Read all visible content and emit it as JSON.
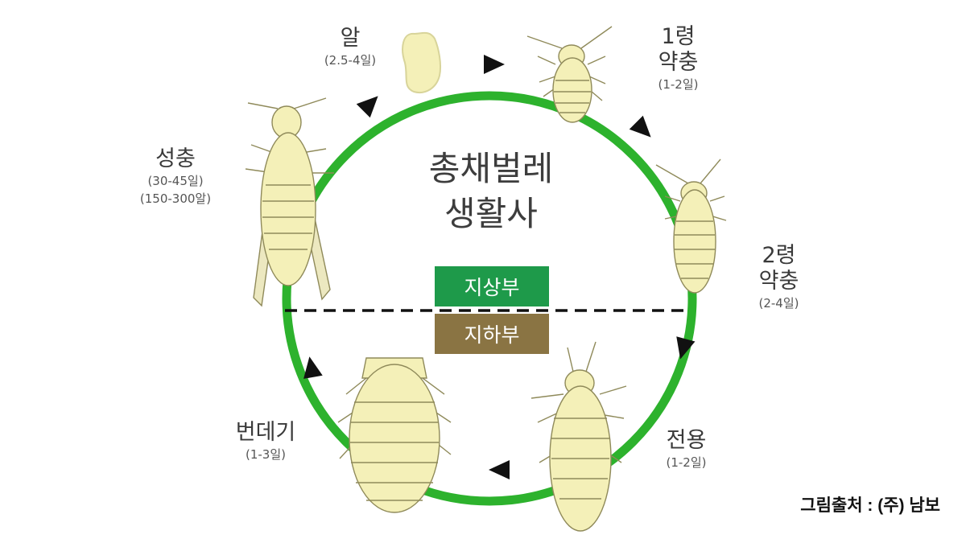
{
  "title": {
    "line1": "총채벌레",
    "line2": "생활사"
  },
  "zones": {
    "above": "지상부",
    "below": "지하부"
  },
  "stages": {
    "egg": {
      "name": "알",
      "duration": "(2.5-4일)"
    },
    "larva1": {
      "name": [
        "1령",
        "약충"
      ],
      "duration": "(1-2일)"
    },
    "larva2": {
      "name": [
        "2령",
        "약충"
      ],
      "duration": "(2-4일)"
    },
    "prepupa": {
      "name": "전용",
      "duration": "(1-2일)"
    },
    "pupa": {
      "name": "번데기",
      "duration": "(1-3일)"
    },
    "adult": {
      "name": "성충",
      "duration": "(30-45일)",
      "eggs": "(150-300알)"
    }
  },
  "credit": "그림출처 : (주) 남보",
  "colors": {
    "cycle": "#2db22d",
    "above_box": "#1e9a4a",
    "below_box": "#8a7443",
    "insect_body": "#f4f0b8",
    "insect_outline": "#8f8a5a"
  }
}
